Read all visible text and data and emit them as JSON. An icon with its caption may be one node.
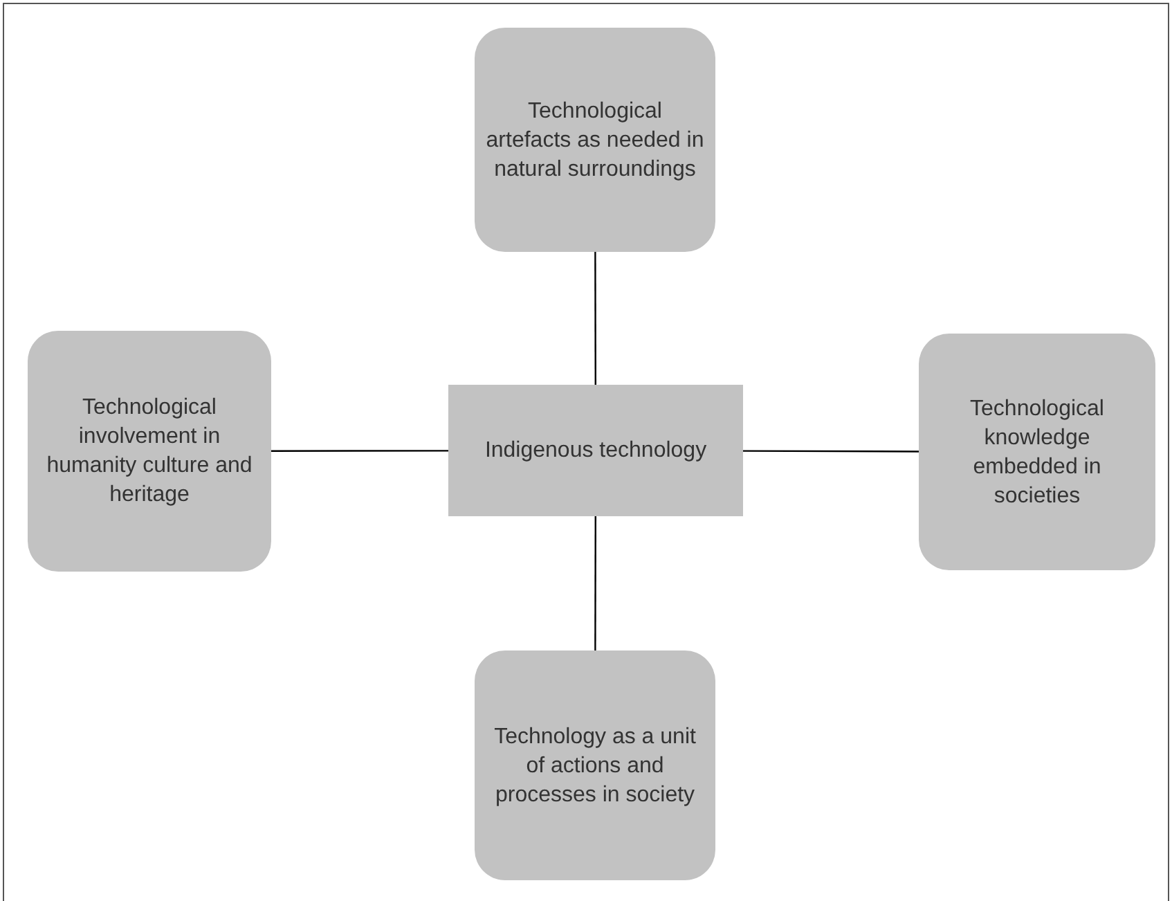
{
  "diagram": {
    "nodes": [
      {
        "text": [
          "Technological artefacts as needed in natural surroundings"
        ]
      },
      {
        "text": [
          "Technological involvement in humanity culture and heritage"
        ]
      },
      {
        "text": [
          "Indigenous technology"
        ]
      },
      {
        "text": [
          "Technological knowledge embedded in societies"
        ]
      },
      {
        "text": [
          "Technology as a unit of actions and processes in society"
        ]
      }
    ],
    "edges": [
      {
        "from": 2,
        "to": 0,
        "arrow": "none"
      },
      {
        "from": 2,
        "to": 1,
        "arrow": "none"
      },
      {
        "from": 2,
        "to": 3,
        "arrow": "none"
      },
      {
        "from": 2,
        "to": 4,
        "arrow": "none"
      }
    ]
  }
}
